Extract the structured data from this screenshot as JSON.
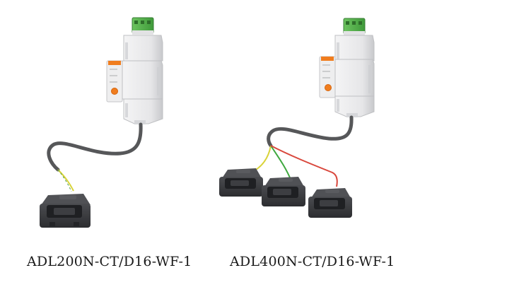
{
  "products": [
    {
      "model": "ADL200N-CT/D16-WF-1",
      "ct_count": 1,
      "lead_colors": [
        "#d9d33a"
      ]
    },
    {
      "model": "ADL400N-CT/D16-WF-1",
      "ct_count": 3,
      "lead_colors": [
        "#d9d33a",
        "#3fa83f",
        "#d9483d"
      ]
    }
  ],
  "colors": {
    "housing": "#e9e9eb",
    "housing_shade": "#c9cacd",
    "terminal_green": "#56b04b",
    "panel_orange": "#f07d1e",
    "cable_gray": "#555659",
    "ct_body": "#3b3c3f"
  }
}
